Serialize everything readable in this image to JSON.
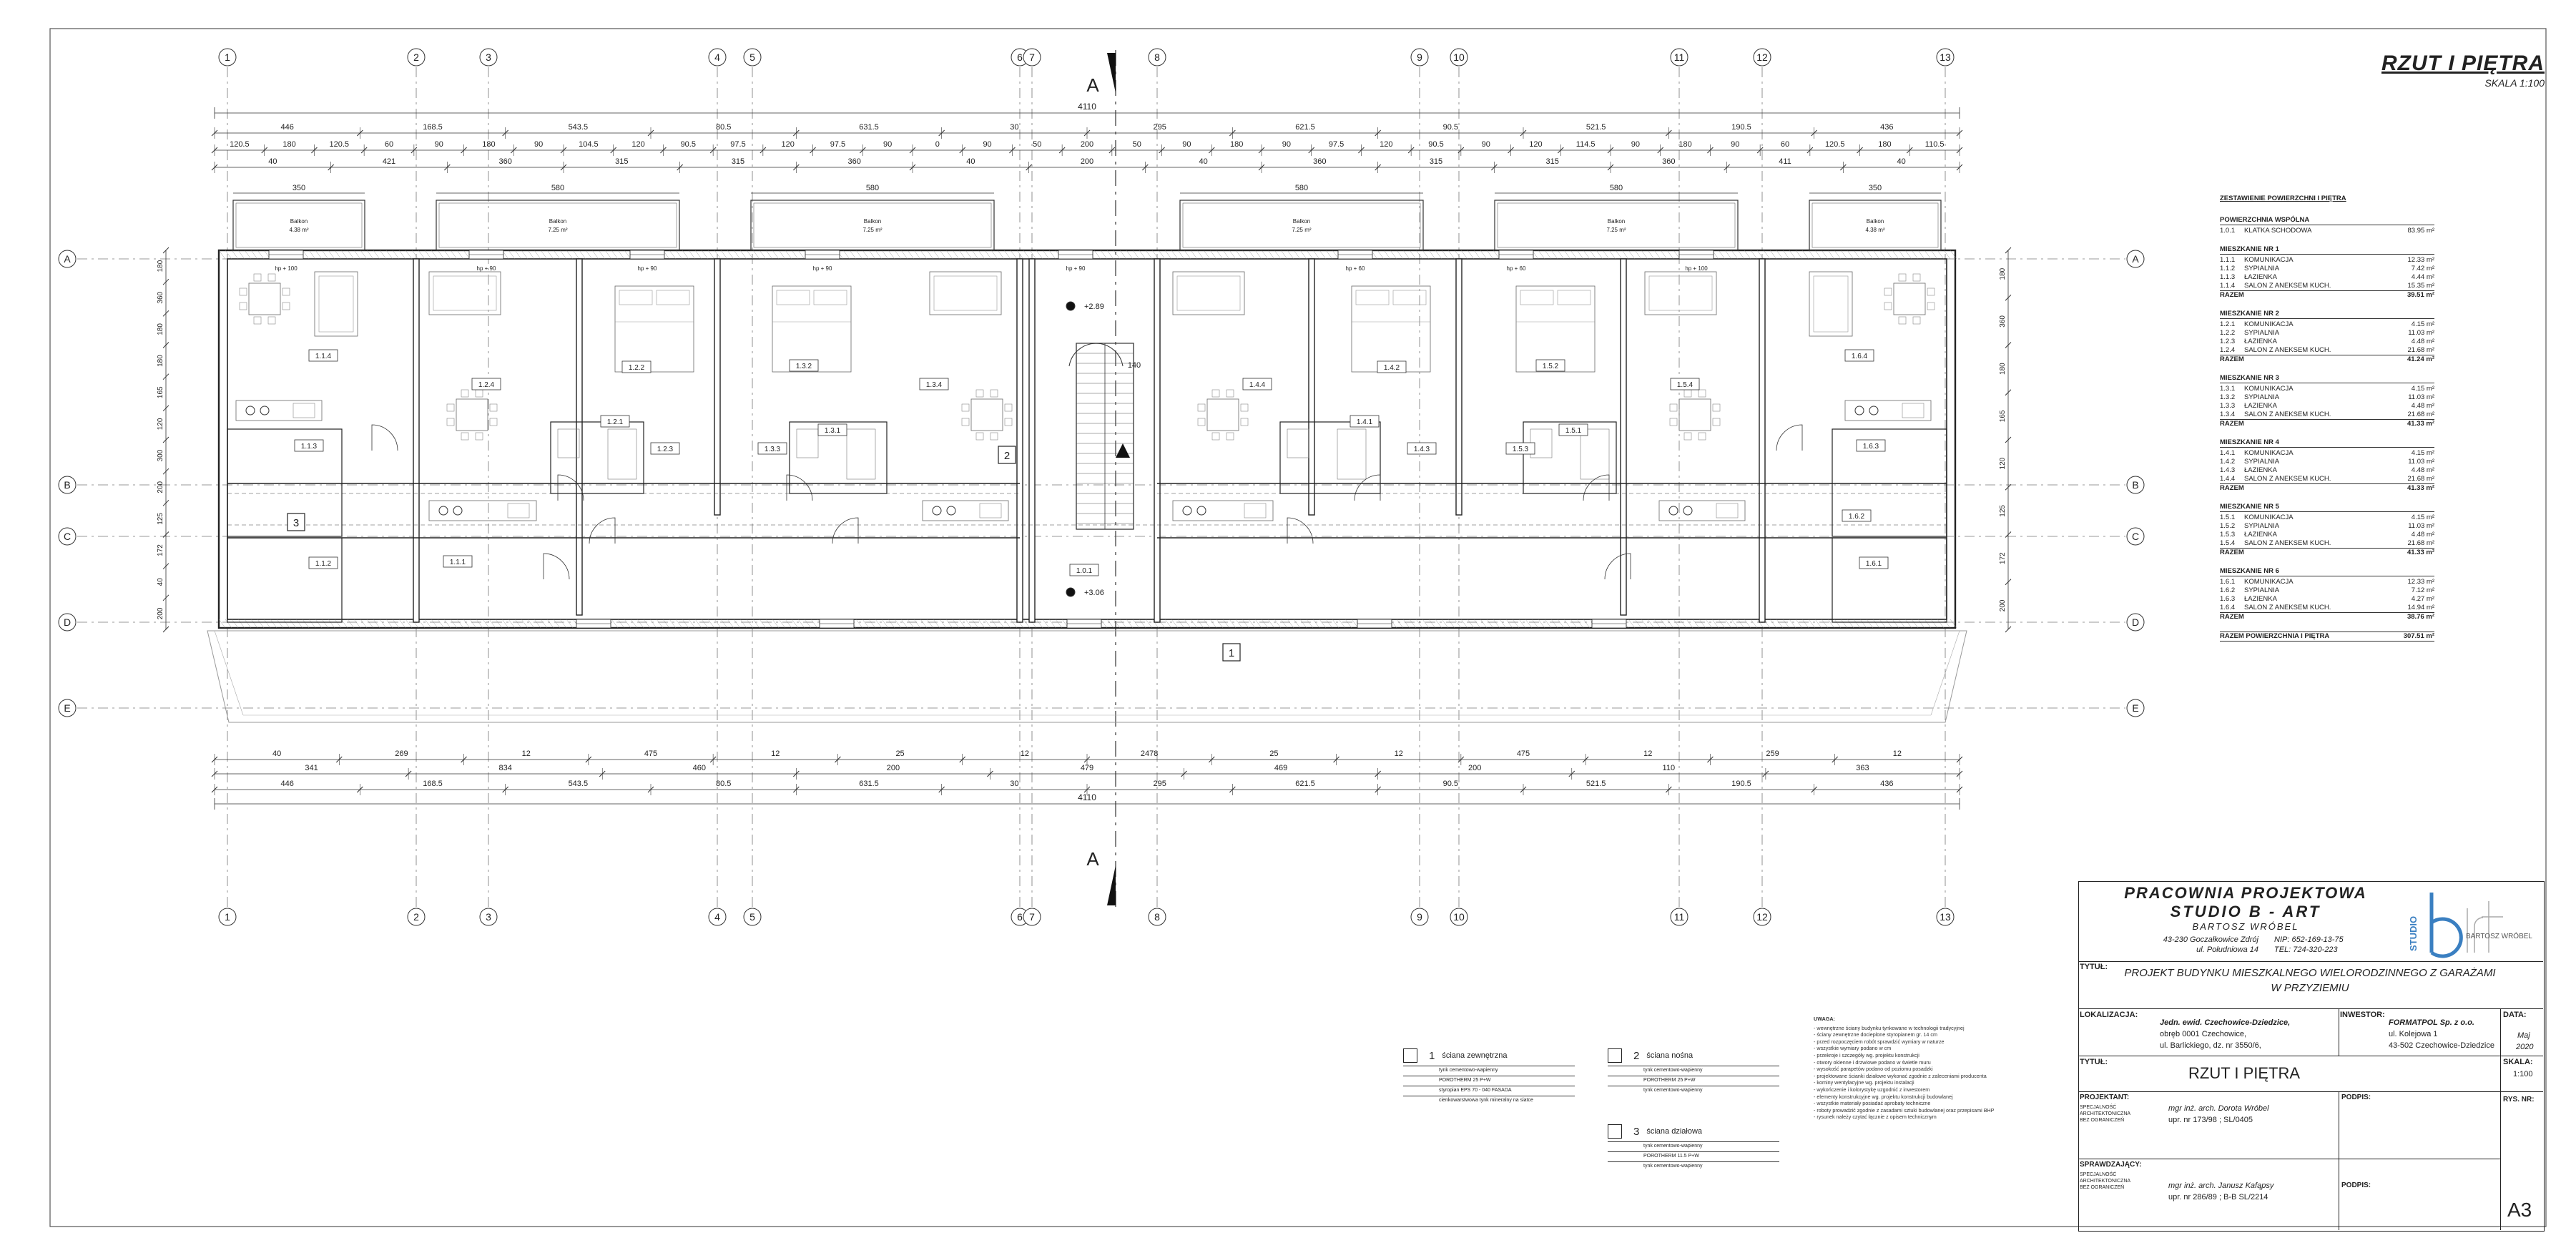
{
  "sheet": {
    "title": "RZUT I PIĘTRA",
    "scale": "SKALA 1:100"
  },
  "axes": {
    "columns": [
      "1",
      "2",
      "3",
      "4",
      "5",
      "6",
      "7",
      "8",
      "9",
      "10",
      "11",
      "12",
      "13"
    ],
    "rows": [
      "A",
      "B",
      "C",
      "D",
      "E"
    ]
  },
  "section_marker": "A",
  "dimensions": {
    "total_top": "4110",
    "total_bottom": "4110",
    "top_row1": [
      "446",
      "168.5",
      "543.5",
      "80.5",
      "631.5",
      "30",
      "295",
      "621.5",
      "90.5",
      "521.5",
      "190.5",
      "436"
    ],
    "top_row2": [
      "120.5",
      "180",
      "120.5",
      "60",
      "90",
      "180",
      "90",
      "104.5",
      "120",
      "90.5",
      "97.5",
      "120",
      "97.5",
      "90",
      "0",
      "90",
      "50",
      "200",
      "50",
      "90",
      "180",
      "90",
      "97.5",
      "120",
      "90.5",
      "90",
      "120",
      "114.5",
      "90",
      "180",
      "90",
      "60",
      "120.5",
      "180",
      "110.5"
    ],
    "top_row3": [
      "40",
      "421",
      "360",
      "315",
      "315",
      "360",
      "40",
      "200",
      "40",
      "360",
      "315",
      "315",
      "360",
      "411",
      "40"
    ],
    "bottom_row1": [
      "40",
      "269",
      "12",
      "475",
      "12",
      "25",
      "12",
      "2478",
      "25",
      "12",
      "475",
      "12",
      "259",
      "12"
    ],
    "bottom_row2": [
      "341",
      "834",
      "460",
      "200",
      "479",
      "469",
      "200",
      "110",
      "363"
    ],
    "bottom_row3": [
      "446",
      "168.5",
      "543.5",
      "80.5",
      "631.5",
      "30",
      "295",
      "621.5",
      "90.5",
      "521.5",
      "190.5",
      "436"
    ],
    "left_side": [
      "180",
      "360",
      "180",
      "180",
      "165",
      "120",
      "300",
      "200",
      "125",
      "172",
      "40",
      "200"
    ],
    "right_side": [
      "180",
      "360",
      "180",
      "165",
      "120",
      "125",
      "172",
      "200"
    ],
    "balconies": [
      {
        "width": "350",
        "label": "Balkon",
        "area": "4.38 m²"
      },
      {
        "width": "580",
        "label": "Balkon",
        "area": "7.25 m²"
      },
      {
        "width": "580",
        "label": "Balkon",
        "area": "7.25 m²"
      },
      {
        "width": "580",
        "label": "Balkon",
        "area": "7.25 m²"
      },
      {
        "width": "580",
        "label": "Balkon",
        "area": "7.25 m²"
      },
      {
        "width": "350",
        "label": "Balkon",
        "area": "4.38 m²"
      }
    ],
    "stair": {
      "top": "+2.89",
      "bottom": "+3.06",
      "steps": "140"
    }
  },
  "rooms": [
    "1.1.1",
    "1.1.2",
    "1.1.3",
    "1.1.4",
    "1.2.1",
    "1.2.2",
    "1.2.3",
    "1.2.4",
    "1.3.1",
    "1.3.2",
    "1.3.3",
    "1.3.4",
    "1.4.1",
    "1.4.2",
    "1.4.3",
    "1.4.4",
    "1.5.1",
    "1.5.2",
    "1.5.3",
    "1.5.4",
    "1.6.1",
    "1.6.2",
    "1.6.3",
    "1.6.4",
    "1.0.1"
  ],
  "markers": [
    "1",
    "2",
    "3"
  ],
  "window_labels": [
    "hp + 100",
    "hp + 90",
    "hp + 90",
    "hp + 90",
    "hp + 90",
    "hp + 60",
    "hp + 60",
    "hp + 100"
  ],
  "area_table": {
    "heading": "ZESTAWIENIE POWIERZCHNI I PIĘTRA",
    "groups": [
      {
        "title": "POWIERZCHNIA WSPÓLNA",
        "rows": [
          {
            "no": "1.0.1",
            "name": "KLATKA SCHODOWA",
            "area": "83.95 m²"
          }
        ]
      },
      {
        "title": "MIESZKANIE NR 1",
        "rows": [
          {
            "no": "1.1.1",
            "name": "KOMUNIKACJA",
            "area": "12.33 m²"
          },
          {
            "no": "1.1.2",
            "name": "SYPIALNIA",
            "area": "7.42 m²"
          },
          {
            "no": "1.1.3",
            "name": "ŁAZIENKA",
            "area": "4.44 m²"
          },
          {
            "no": "1.1.4",
            "name": "SALON Z ANEKSEM KUCH.",
            "area": "15.35 m²"
          }
        ],
        "total_label": "RAZEM",
        "total": "39.51 m²"
      },
      {
        "title": "MIESZKANIE NR 2",
        "rows": [
          {
            "no": "1.2.1",
            "name": "KOMUNIKACJA",
            "area": "4.15 m²"
          },
          {
            "no": "1.2.2",
            "name": "SYPIALNIA",
            "area": "11.03 m²"
          },
          {
            "no": "1.2.3",
            "name": "ŁAZIENKA",
            "area": "4.48 m²"
          },
          {
            "no": "1.2.4",
            "name": "SALON Z ANEKSEM KUCH.",
            "area": "21.68 m²"
          }
        ],
        "total_label": "RAZEM",
        "total": "41.24 m²"
      },
      {
        "title": "MIESZKANIE NR 3",
        "rows": [
          {
            "no": "1.3.1",
            "name": "KOMUNIKACJA",
            "area": "4.15 m²"
          },
          {
            "no": "1.3.2",
            "name": "SYPIALNIA",
            "area": "11.03 m²"
          },
          {
            "no": "1.3.3",
            "name": "ŁAZIENKA",
            "area": "4.48 m²"
          },
          {
            "no": "1.3.4",
            "name": "SALON Z ANEKSEM KUCH.",
            "area": "21.68 m²"
          }
        ],
        "total_label": "RAZEM",
        "total": "41.33 m²"
      },
      {
        "title": "MIESZKANIE NR 4",
        "rows": [
          {
            "no": "1.4.1",
            "name": "KOMUNIKACJA",
            "area": "4.15 m²"
          },
          {
            "no": "1.4.2",
            "name": "SYPIALNIA",
            "area": "11.03 m²"
          },
          {
            "no": "1.4.3",
            "name": "ŁAZIENKA",
            "area": "4.48 m²"
          },
          {
            "no": "1.4.4",
            "name": "SALON Z ANEKSEM KUCH.",
            "area": "21.68 m²"
          }
        ],
        "total_label": "RAZEM",
        "total": "41.33 m²"
      },
      {
        "title": "MIESZKANIE NR 5",
        "rows": [
          {
            "no": "1.5.1",
            "name": "KOMUNIKACJA",
            "area": "4.15 m²"
          },
          {
            "no": "1.5.2",
            "name": "SYPIALNIA",
            "area": "11.03 m²"
          },
          {
            "no": "1.5.3",
            "name": "ŁAZIENKA",
            "area": "4.48 m²"
          },
          {
            "no": "1.5.4",
            "name": "SALON Z ANEKSEM KUCH.",
            "area": "21.68 m²"
          }
        ],
        "total_label": "RAZEM",
        "total": "41.33 m²"
      },
      {
        "title": "MIESZKANIE NR 6",
        "rows": [
          {
            "no": "1.6.1",
            "name": "KOMUNIKACJA",
            "area": "12.33 m²"
          },
          {
            "no": "1.6.2",
            "name": "SYPIALNIA",
            "area": "7.12 m²"
          },
          {
            "no": "1.6.3",
            "name": "ŁAZIENKA",
            "area": "4.27 m²"
          },
          {
            "no": "1.6.4",
            "name": "SALON Z ANEKSEM KUCH.",
            "area": "14.94 m²"
          }
        ],
        "total_label": "RAZEM",
        "total": "38.76 m²"
      }
    ],
    "grand_total_label": "RAZEM POWIERZCHNIA I PIĘTRA",
    "grand_total": "307.51 m²"
  },
  "legend": [
    {
      "no": "1",
      "title": "ściana zewnętrzna",
      "layers": [
        "tynk cementowo-wapienny",
        "POROTHERM 25 P+W",
        "styropian EPS 70 - 040 FASADA",
        "cienkowarstwowa tynk mineralny na siatce"
      ]
    },
    {
      "no": "2",
      "title": "ściana nośna",
      "layers": [
        "tynk cementowo-wapienny",
        "POROTHERM 25 P+W",
        "tynk cementowo-wapienny"
      ]
    },
    {
      "no": "3",
      "title": "ściana działowa",
      "layers": [
        "tynk cementowo-wapienny",
        "POROTHERM 11.5 P+W",
        "tynk cementowo-wapienny"
      ]
    }
  ],
  "notes": {
    "title": "UWAGA:",
    "lines": [
      "- wewnętrzne ściany budynku tynkowane w technologii tradycyjnej",
      "- ściany zewnętrzne docieplone styropianem gr. 14 cm",
      "- przed rozpoczęciem robót sprawdzić wymiary w naturze",
      "- wszystkie wymiary podano w cm",
      "- przekroje i szczegóły wg. projektu konstrukcji",
      "- otwory okienne i drzwiowe podano w świetle muru",
      "- wysokość parapetów podano od poziomu posadzki",
      "- projektowane ścianki działowe wykonać zgodnie z zaleceniami producenta",
      "- kominy wentylacyjne wg. projektu instalacji",
      "- wykończenie i kolorystykę uzgodnić z inwestorem",
      "- elementy konstrukcyjne wg. projektu konstrukcji budowlanej",
      "- wszystkie materiały posiadać aprobaty techniczne",
      "- roboty prowadzić zgodnie z zasadami sztuki budowlanej oraz przepisami BHP",
      "- rysunek należy czytać łącznie z opisem technicznym"
    ]
  },
  "titleblock": {
    "office": "PRACOWNIA PROJEKTOWA",
    "studio": "STUDIO B - ART",
    "owner": "BARTOSZ WRÓBEL",
    "addr1": "43-230 Goczałkowice Zdrój",
    "addr2": "ul. Południowa 14",
    "nip": "NIP: 652-169-13-75",
    "tel": "TEL: 724-320-223",
    "logo_text": "STUDIO",
    "logo_small": "BARTOSZ WRÓBEL",
    "tytul_label": "TYTUŁ:",
    "tytul": "PROJEKT BUDYNKU MIESZKALNEGO WIELORODZINNEGO Z GARAŻAMI W PRZYZIEMIU",
    "lok_label": "LOKALIZACJA:",
    "lok1": "Jedn. ewid. Czechowice-Dziedzice,",
    "lok2": "obręb 0001 Czechowice,",
    "lok3": "ul. Barlickiego, dz. nr 3550/6,",
    "inw_label": "INWESTOR:",
    "inw1": "FORMATPOL Sp. z o.o.",
    "inw2": "ul. Kolejowa 1",
    "inw3": "43-502 Czechowice-Dziedzice",
    "data_label": "DATA:",
    "data1": "Maj",
    "data2": "2020",
    "tytul2_label": "TYTUŁ:",
    "tytul2": "RZUT I PIĘTRA",
    "skala_label": "SKALA:",
    "skala": "1:100",
    "proj_label": "PROJEKTANT:",
    "proj_spec": "SPECJALNOŚĆ ARCHITEKTONICZNA BEZ OGRANICZEŃ",
    "proj1": "mgr inż. arch. Dorota Wróbel",
    "proj2": "upr. nr 173/98 ; SL/0405",
    "rys_label": "RYS. NR:",
    "rys": "A3",
    "spr_label": "SPRAWDZAJĄCY:",
    "spr_spec": "SPECJALNOŚĆ ARCHITEKTONICZNA BEZ OGRANICZEŃ",
    "spr1": "mgr inż. arch. Janusz Kafąpsy",
    "spr2": "upr. nr 286/89 ; B-B SL/2214",
    "podpis": "PODPIS:"
  }
}
